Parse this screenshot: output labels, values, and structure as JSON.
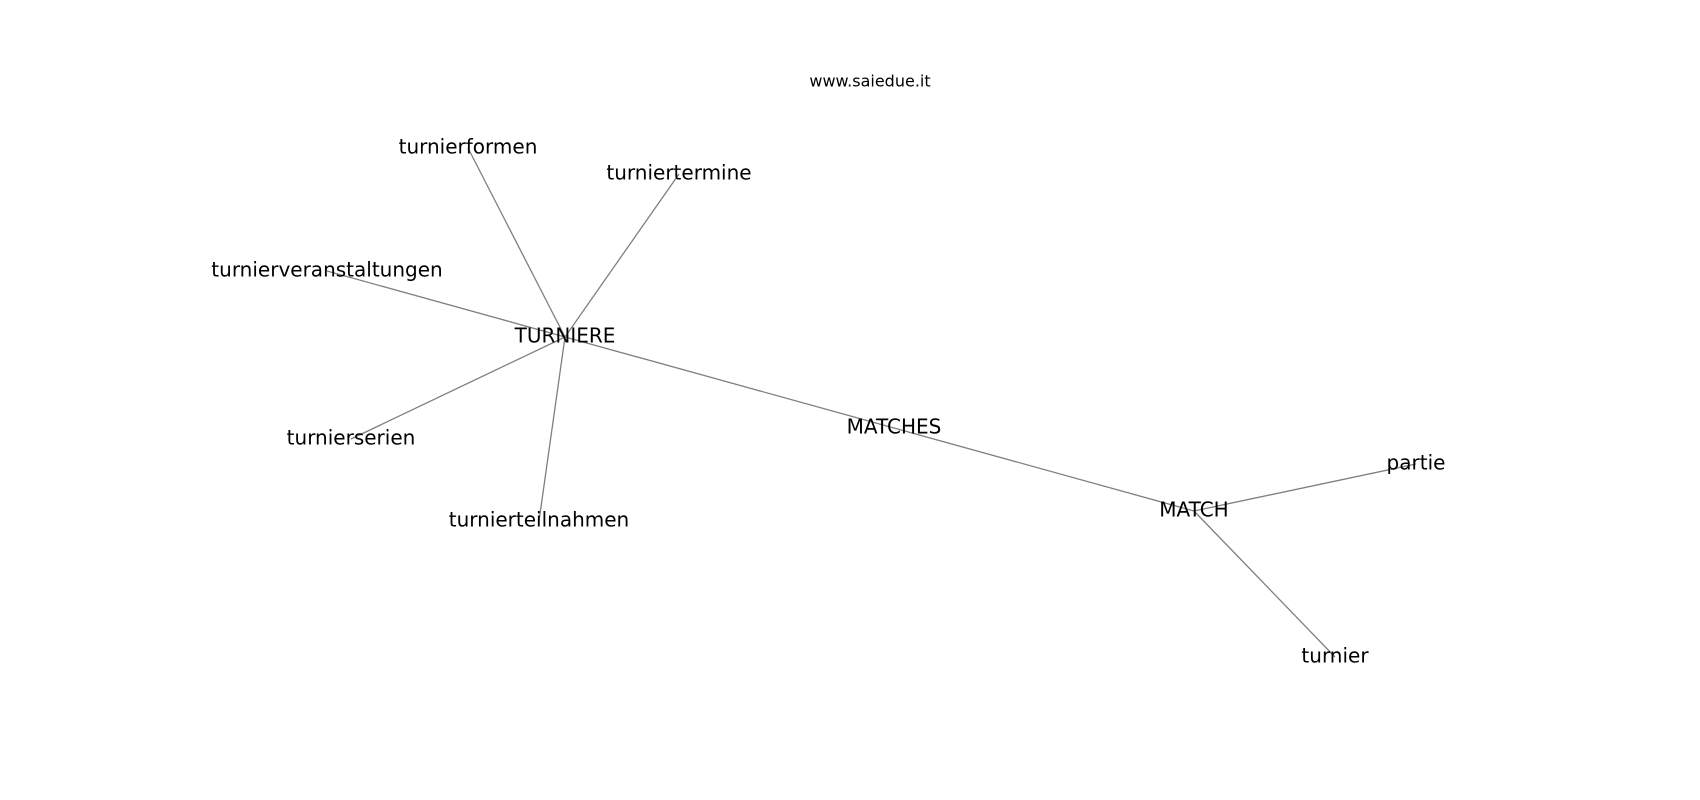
{
  "watermark": "www.saiedue.it",
  "nodes": [
    {
      "id": "TURNIERE",
      "label": "TURNIERE"
    },
    {
      "id": "turnierformen",
      "label": "turnierformen"
    },
    {
      "id": "turniertermine",
      "label": "turniertermine"
    },
    {
      "id": "turnierveranstaltungen",
      "label": "turnierveranstaltungen"
    },
    {
      "id": "turnierserien",
      "label": "turnierserien"
    },
    {
      "id": "turnierteilnahmen",
      "label": "turnierteilnahmen"
    },
    {
      "id": "MATCHES",
      "label": "MATCHES"
    },
    {
      "id": "MATCH",
      "label": "MATCH"
    },
    {
      "id": "partie",
      "label": "partie"
    },
    {
      "id": "turnier",
      "label": "turnier"
    }
  ],
  "edges": [
    [
      "TURNIERE",
      "turnierformen"
    ],
    [
      "TURNIERE",
      "turniertermine"
    ],
    [
      "TURNIERE",
      "turnierveranstaltungen"
    ],
    [
      "TURNIERE",
      "turnierserien"
    ],
    [
      "TURNIERE",
      "turnierteilnahmen"
    ],
    [
      "TURNIERE",
      "MATCHES"
    ],
    [
      "MATCHES",
      "MATCH"
    ],
    [
      "MATCH",
      "partie"
    ],
    [
      "MATCH",
      "turnier"
    ]
  ],
  "colors": {
    "edge": "#7f7f7f",
    "text": "#000000",
    "background": "#ffffff"
  }
}
